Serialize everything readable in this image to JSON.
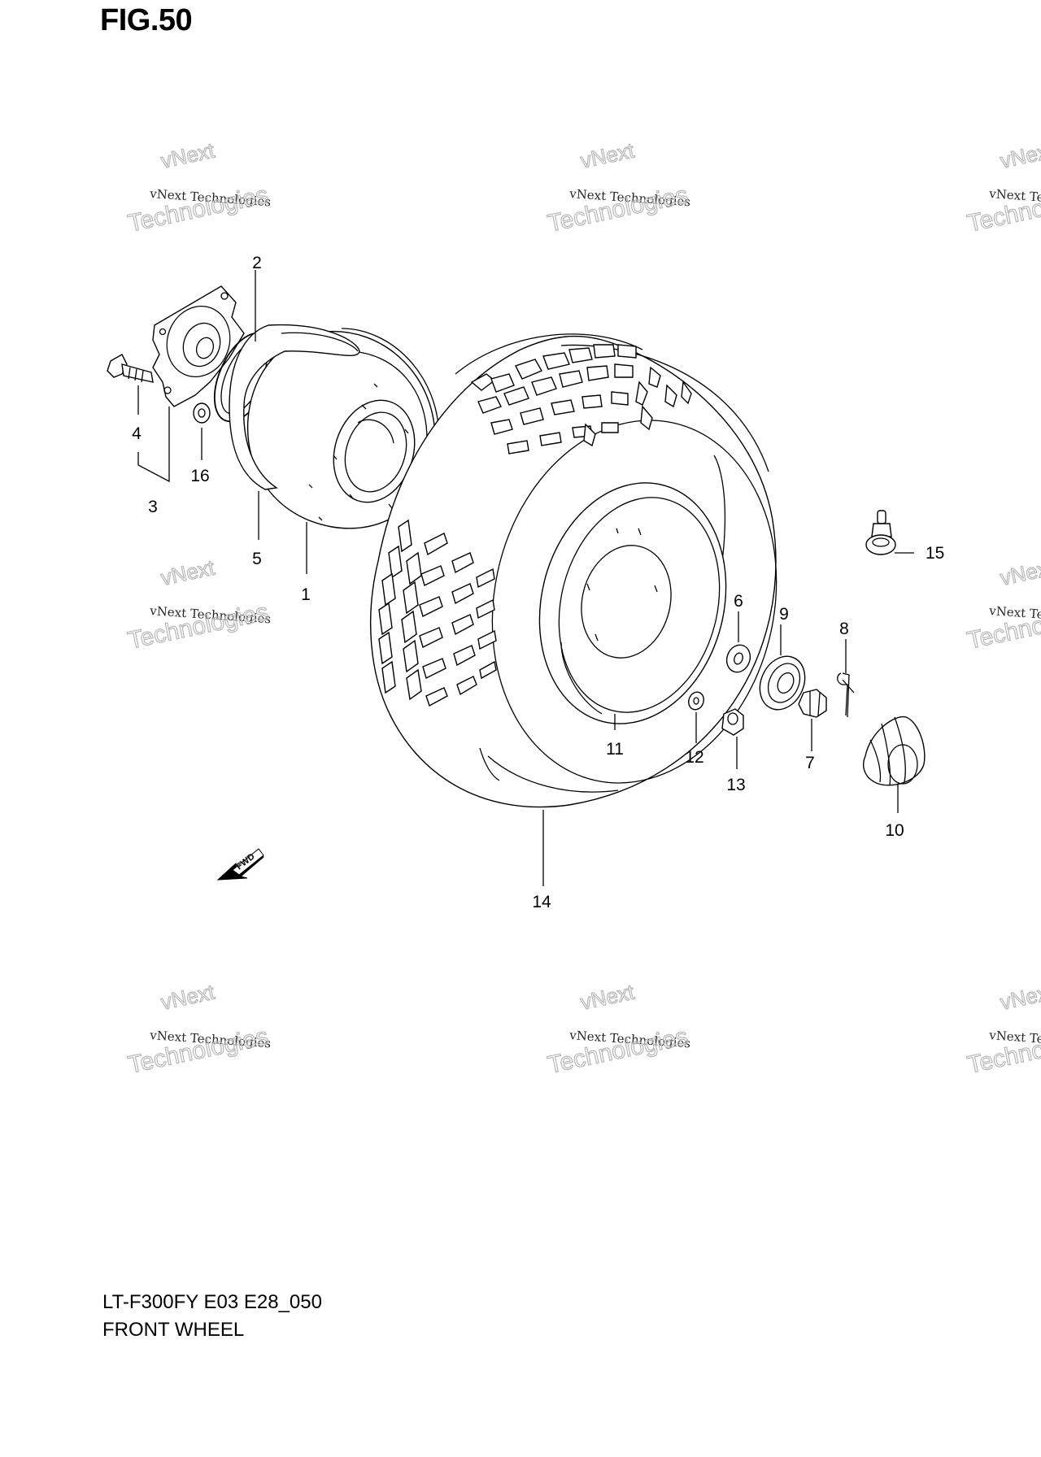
{
  "figure": {
    "title": "FIG.50",
    "model_code": "LT-F300FY E03 E28_050",
    "section_name": "FRONT WHEEL"
  },
  "direction_marker": "FWD",
  "watermark": {
    "brand_small": "vNext",
    "line": "vNext Technologies",
    "big": "Technologies"
  },
  "callouts": [
    "1",
    "2",
    "3",
    "4",
    "5",
    "6",
    "7",
    "8",
    "9",
    "10",
    "11",
    "12",
    "13",
    "14",
    "15",
    "16"
  ]
}
